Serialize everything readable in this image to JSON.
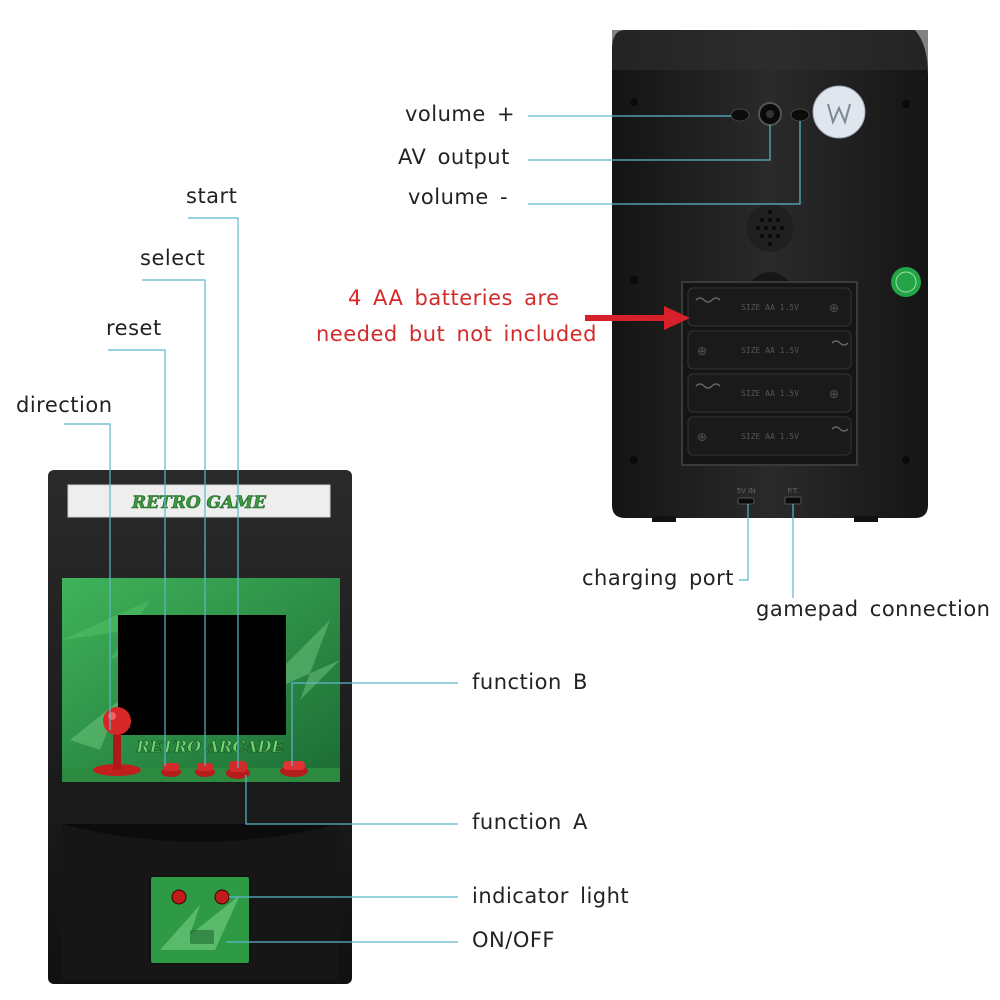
{
  "front": {
    "marquee_text": "RETRO GAME",
    "bezel_text": "RETRO ARCADE"
  },
  "back": {
    "port_label_left": "5V IN",
    "port_label_right": "P.T.",
    "battery_text": "SIZE AA 1.5V"
  },
  "callouts": {
    "start": "start",
    "select": "select",
    "reset": "reset",
    "direction": "direction",
    "function_b": "function B",
    "function_a": "function A",
    "indicator_light": "indicator light",
    "on_off": "ON/OFF",
    "volume_plus": "volume +",
    "av_output": "AV output",
    "volume_minus": "volume -",
    "batteries_line1": "4 AA batteries are",
    "batteries_line2": "needed but not included",
    "charging_port": "charging port",
    "gamepad_connection": "gamepad connection"
  },
  "colors": {
    "leader_line": "#5bb8cc",
    "warning_text": "#d42a2a",
    "arrow": "#d6202a",
    "device_body": "#1c1c1c",
    "screen_green": "#2f9a46"
  }
}
